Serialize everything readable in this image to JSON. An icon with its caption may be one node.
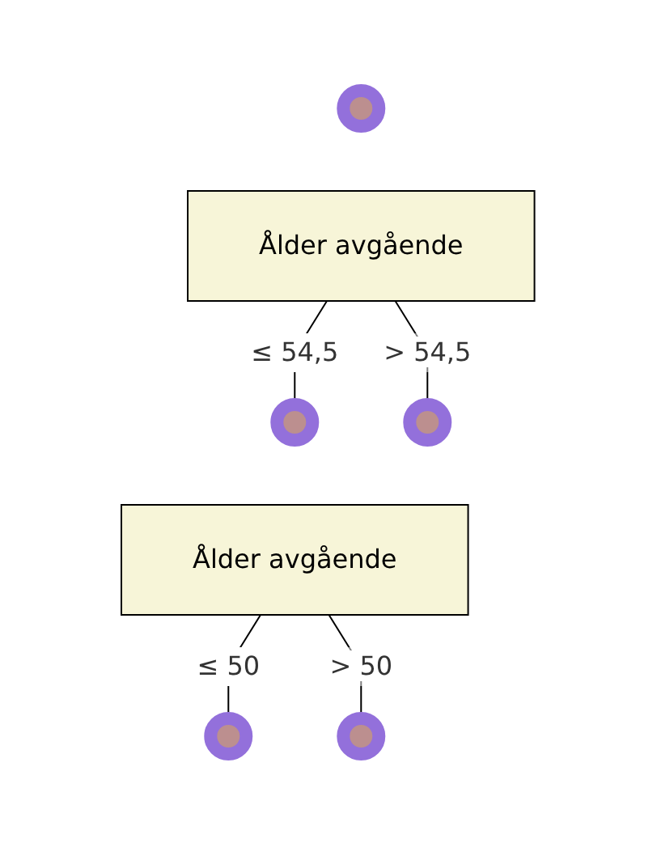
{
  "diagram": {
    "nodes": [
      {
        "text": [],
        "shape": "circle"
      },
      {
        "text": [
          "Ålder avgående"
        ]
      },
      {
        "text": [],
        "shape": "circle"
      },
      {
        "text": [],
        "shape": "circle"
      },
      {
        "text": [
          "Ålder avgående"
        ]
      },
      {
        "text": [],
        "shape": "circle"
      },
      {
        "text": [],
        "shape": "circle"
      }
    ],
    "edges": [
      {
        "from": 1,
        "to": 2,
        "arrow": "none",
        "label": "≤ 54,5"
      },
      {
        "from": 1,
        "to": 3,
        "arrow": "none",
        "label": "> 54,5"
      },
      {
        "from": 4,
        "to": 5,
        "arrow": "none",
        "label": "≤ 50"
      },
      {
        "from": 4,
        "to": 6,
        "arrow": "none",
        "label": "> 50"
      }
    ]
  }
}
